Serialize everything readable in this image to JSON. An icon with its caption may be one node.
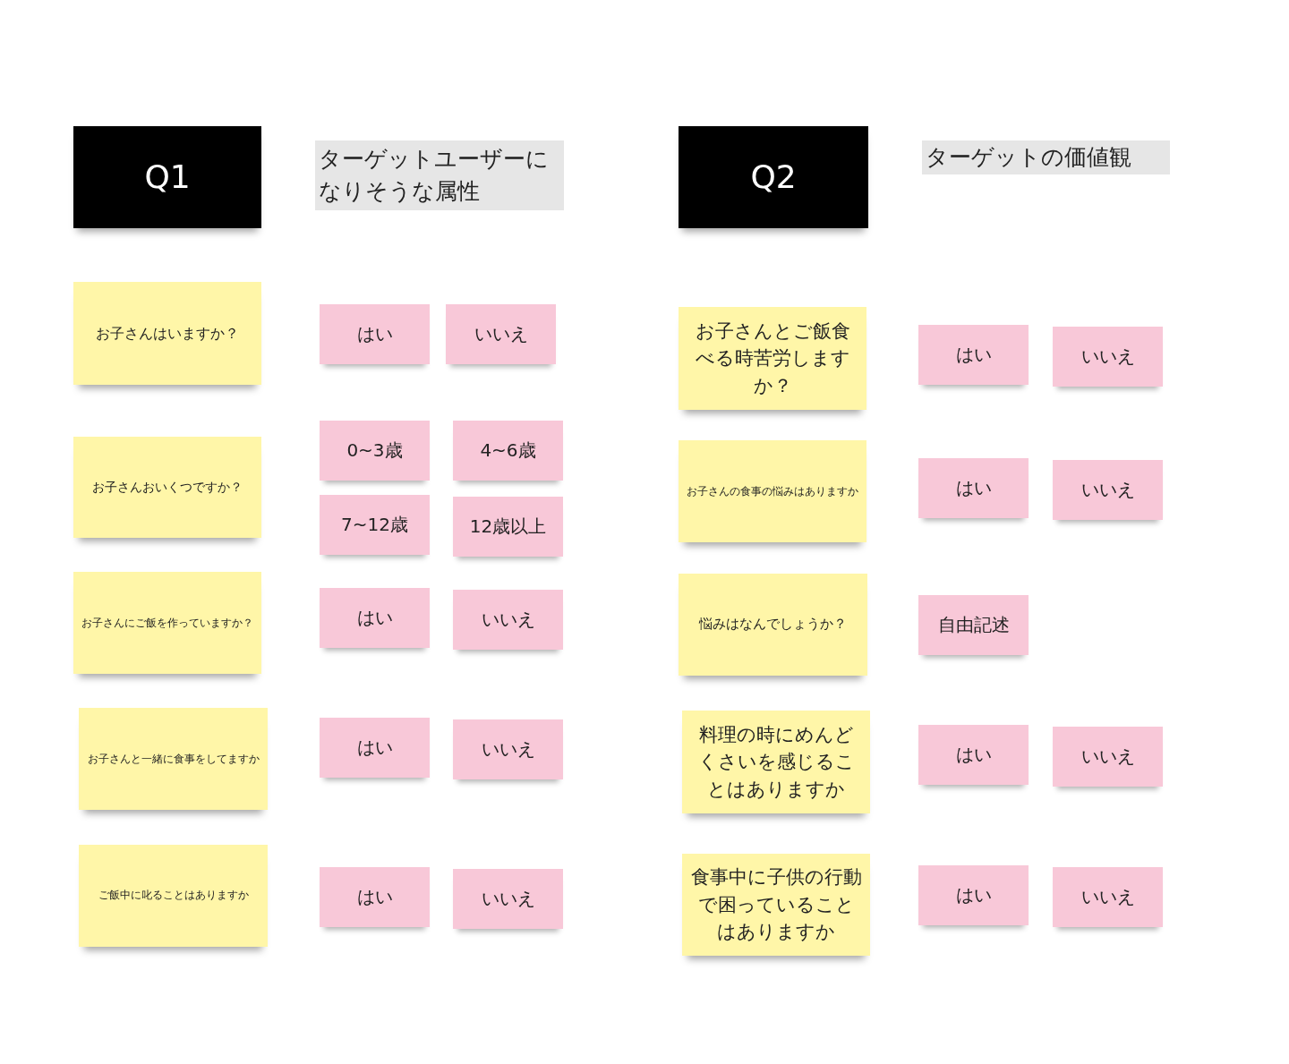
{
  "diagram": {
    "nodes": [
      {
        "text": [
          "Q1"
        ]
      },
      {
        "text": [
          "ターゲットユーザーになりそうな属性"
        ]
      },
      {
        "text": [
          "Q2"
        ]
      },
      {
        "text": [
          "ターゲットの価値観"
        ]
      },
      {
        "text": [
          "お子さんはいますか？"
        ]
      },
      {
        "text": [
          "はい"
        ]
      },
      {
        "text": [
          "いいえ"
        ]
      },
      {
        "text": [
          "お子さんおいくつですか？"
        ]
      },
      {
        "text": [
          "0~3歳"
        ]
      },
      {
        "text": [
          "4~6歳"
        ]
      },
      {
        "text": [
          "7~12歳"
        ]
      },
      {
        "text": [
          "12歳以上"
        ]
      },
      {
        "text": [
          "お子さんにご飯を作っていますか？"
        ]
      },
      {
        "text": [
          "はい"
        ]
      },
      {
        "text": [
          "いいえ"
        ]
      },
      {
        "text": [
          "お子さんと一緒に食事をしてますか"
        ]
      },
      {
        "text": [
          "はい"
        ]
      },
      {
        "text": [
          "いいえ"
        ]
      },
      {
        "text": [
          "ご飯中に叱ることはありますか"
        ]
      },
      {
        "text": [
          "はい"
        ]
      },
      {
        "text": [
          "いいえ"
        ]
      },
      {
        "text": [
          "お子さんとご飯食べる時苦労しますか？"
        ]
      },
      {
        "text": [
          "はい"
        ]
      },
      {
        "text": [
          "いいえ"
        ]
      },
      {
        "text": [
          "お子さんの食事の悩みはありますか"
        ]
      },
      {
        "text": [
          "はい"
        ]
      },
      {
        "text": [
          "いいえ"
        ]
      },
      {
        "text": [
          "悩みはなんでしょうか？"
        ]
      },
      {
        "text": [
          "自由記述"
        ]
      },
      {
        "text": [
          "料理の時にめんどくさいを感じることはありますか"
        ]
      },
      {
        "text": [
          "はい"
        ]
      },
      {
        "text": [
          "いいえ"
        ]
      },
      {
        "text": [
          "食事中に子供の行動で困っていることはありますか"
        ]
      },
      {
        "text": [
          "はい"
        ]
      },
      {
        "text": [
          "いいえ"
        ]
      }
    ]
  }
}
